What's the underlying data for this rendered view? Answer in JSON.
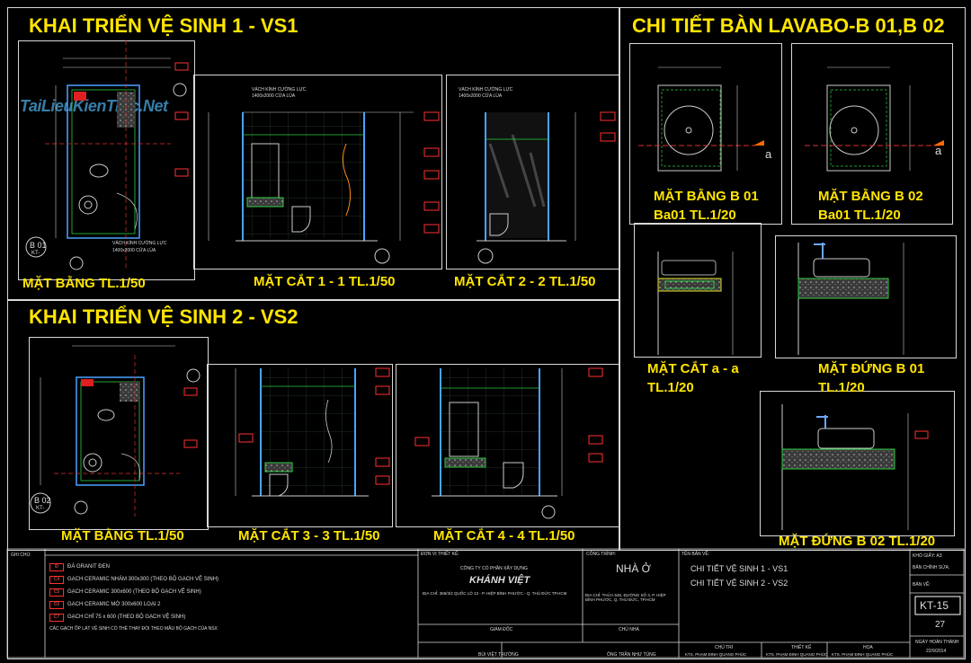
{
  "titles": {
    "vs1": "KHAI TRIỂN VỆ SINH 1 - VS1",
    "vs2": "KHAI TRIỂN VỆ SINH 2 - VS2",
    "lavabo": "CHI TIẾT BÀN LAVABO-B 01,B 02"
  },
  "views": {
    "vs1_plan": "MẶT BẰNG TL.1/50",
    "vs1_sec11": "MẶT CẮT 1 - 1 TL.1/50",
    "vs1_sec22": "MẶT CẮT 2 - 2  TL.1/50",
    "vs2_plan": "MẶT BẰNG TL.1/50",
    "vs2_sec33": "MẶT CẮT 3 - 3 TL.1/50",
    "vs2_sec44": "MẶT CẮT 4 - 4 TL.1/50",
    "b01_plan_1": "MẶT BẰNG B 01",
    "b01_plan_2": "Ba01 TL.1/20",
    "b02_plan_1": "MẶT BẰNG B 02",
    "b02_plan_2": "Ba01 TL.1/20",
    "cut_aa_1": "MẶT CẮT a - a",
    "cut_aa_2": "TL.1/20",
    "elev_b01_1": "MẶT ĐỨNG B 01",
    "elev_b01_2": "TL.1/20",
    "elev_b02": "MẶT ĐỨNG B 02 TL.1/20"
  },
  "watermark": "TaiLieuKienTruc.Net",
  "notes_header": "GHI CHÚ:",
  "legend": [
    {
      "code": "Đ",
      "text": "ĐÁ GRANIT ĐEN"
    },
    {
      "code": "C4",
      "text": "GẠCH CERAMIC NHÁM 300x300 (THEO BỘ GẠCH VỆ SINH)"
    },
    {
      "code": "C5",
      "text": "GẠCH CERAMIC 300x600 (THEO BỘ GẠCH VỆ SINH)"
    },
    {
      "code": "C6",
      "text": "GẠCH CERAMIC MỜ 300x600 LOẠI 2"
    },
    {
      "code": "C7",
      "text": "GẠCH CHỈ 75 x 600 (THEO BỘ GẠCH VỆ SINH)"
    }
  ],
  "legend_note": "CÁC GẠCH ỐP LÁT VỆ SINH CÓ THỂ THAY ĐỔI THEO MẪU BỘ GẠCH CỦA NSX",
  "titleblock": {
    "unit_label": "ĐƠN VỊ THIẾT KẾ:",
    "company": "CÔNG TY CỔ PHẦN XÂY DỰNG",
    "brand": "KHÁNH VIỆT",
    "address": "ĐỊA CHỈ: 369/3/2 QUỐC LỘ 13 - P. HIỆP BÌNH PHƯỚC - Q. THỦ ĐỨC TP.HCM",
    "project_label": "CÔNG TRÌNH:",
    "project": "NHÀ Ở",
    "project_addr": "ĐỊA CHỈ: THỬA 546, ĐƯỜNG SỐ 3, P. HIỆP BÌNH PHƯỚC, Q. THỦ ĐỨC, TP.HCM",
    "drawing_label": "TÊN BẢN VẼ:",
    "drawing_1": "CHI TIẾT VỆ SINH 1 - VS1",
    "drawing_2": "CHI TIẾT VỆ SINH 2 - VS2",
    "paper_label": "KHỔ GIẤY: A3",
    "rev_label": "BẢN CHỈNH SỬA:",
    "sheet_label": "BẢN VẼ:",
    "sheet_no": "KT-15",
    "page_no": "27",
    "date_label": "NGÀY HOÀN THÀNH",
    "date": "22/9/2014",
    "roles": [
      "GIÁM ĐỐC",
      "CHỦ NHÀ",
      "CHỦ TRÌ",
      "THIẾT KẾ",
      "HỌA"
    ],
    "names": [
      "BÙI VIỆT TRƯỜNG",
      "ÔNG TRẦN NHƯ TÙNG",
      "KTS. PHẠM ĐINH QUANG PHÚC",
      "KTS. PHẠM ĐINH QUANG PHÚC",
      "KTS. PHẠM ĐINH QUANG PHÚC"
    ]
  },
  "callouts": {
    "b01_tag": "B 01",
    "b02_tag": "B 02",
    "kt_tag": "KT-",
    "section_a": "a",
    "glass_note_1": "VÁCH KÍNH CƯỜNG LỰC",
    "glass_note_2": "1400x2000 CỬA LÙA"
  }
}
